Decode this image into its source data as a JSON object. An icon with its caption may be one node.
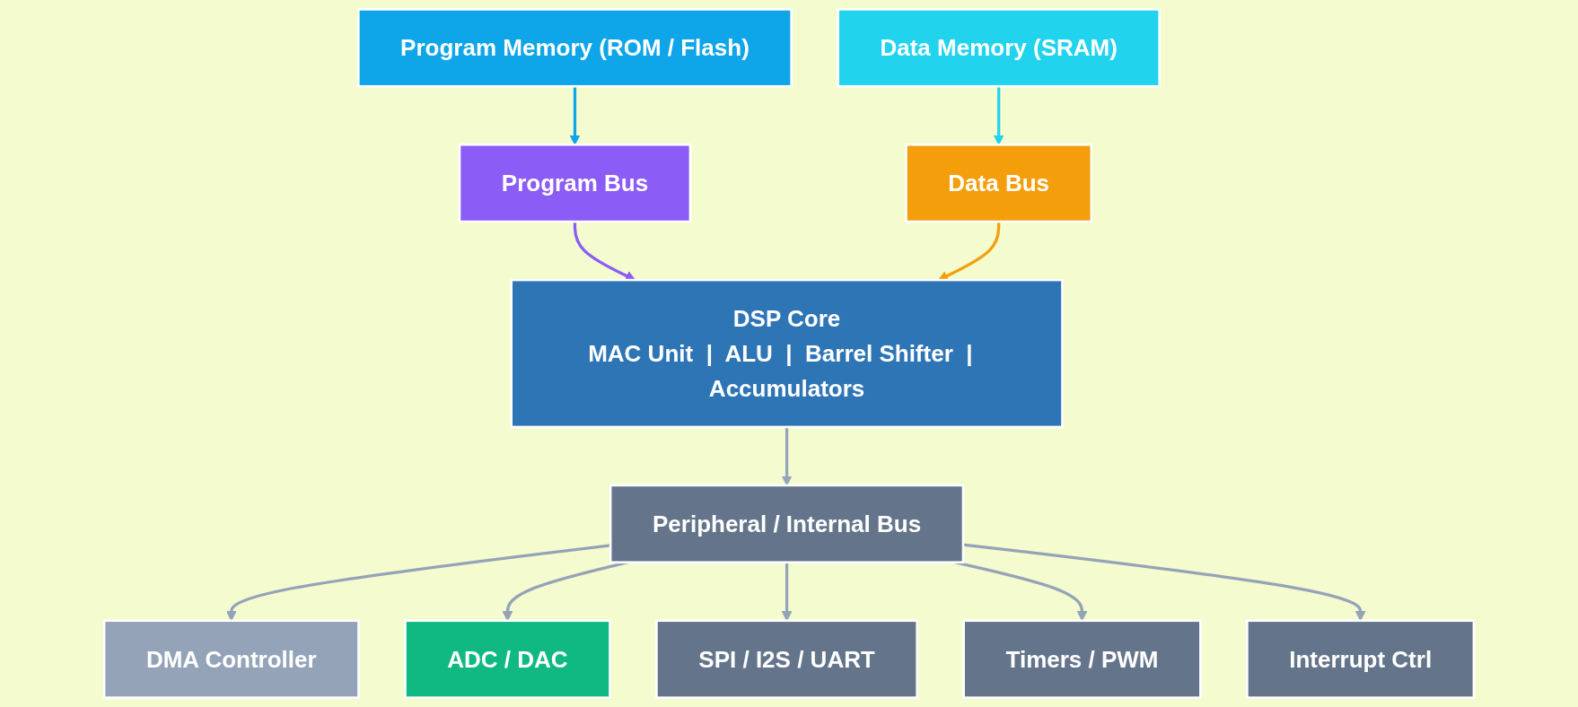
{
  "diagram": {
    "nodes": [
      {
        "text": [
          "Program Memory (ROM / Flash)"
        ]
      },
      {
        "text": [
          "Data Memory (SRAM)"
        ]
      },
      {
        "text": [
          "Program Bus"
        ]
      },
      {
        "text": [
          "Data Bus"
        ]
      },
      {
        "text": [
          "DSP Core",
          "MAC Unit  |  ALU  |  Barrel Shifter  |  Accumulators"
        ]
      },
      {
        "text": [
          "Peripheral / Internal Bus"
        ]
      },
      {
        "text": [
          "DMA Controller"
        ]
      },
      {
        "text": [
          "ADC / DAC"
        ]
      },
      {
        "text": [
          "SPI / I2S / UART"
        ]
      },
      {
        "text": [
          "Timers / PWM"
        ]
      },
      {
        "text": [
          "Interrupt Ctrl"
        ]
      }
    ],
    "edges": [
      {
        "from": 0,
        "to": 2,
        "arrow": "to",
        "color": "#0ea5e9"
      },
      {
        "from": 1,
        "to": 3,
        "arrow": "to",
        "color": "#22d3ee"
      },
      {
        "from": 2,
        "to": 4,
        "arrow": "to",
        "color": "#8b5cf6"
      },
      {
        "from": 3,
        "to": 4,
        "arrow": "to",
        "color": "#f59e0b"
      },
      {
        "from": 4,
        "to": 5,
        "arrow": "to"
      },
      {
        "from": 5,
        "to": 6,
        "arrow": "to"
      },
      {
        "from": 5,
        "to": 7,
        "arrow": "to"
      },
      {
        "from": 5,
        "to": 8,
        "arrow": "to"
      },
      {
        "from": 5,
        "to": 9,
        "arrow": "to"
      },
      {
        "from": 5,
        "to": 10,
        "arrow": "to"
      }
    ]
  }
}
